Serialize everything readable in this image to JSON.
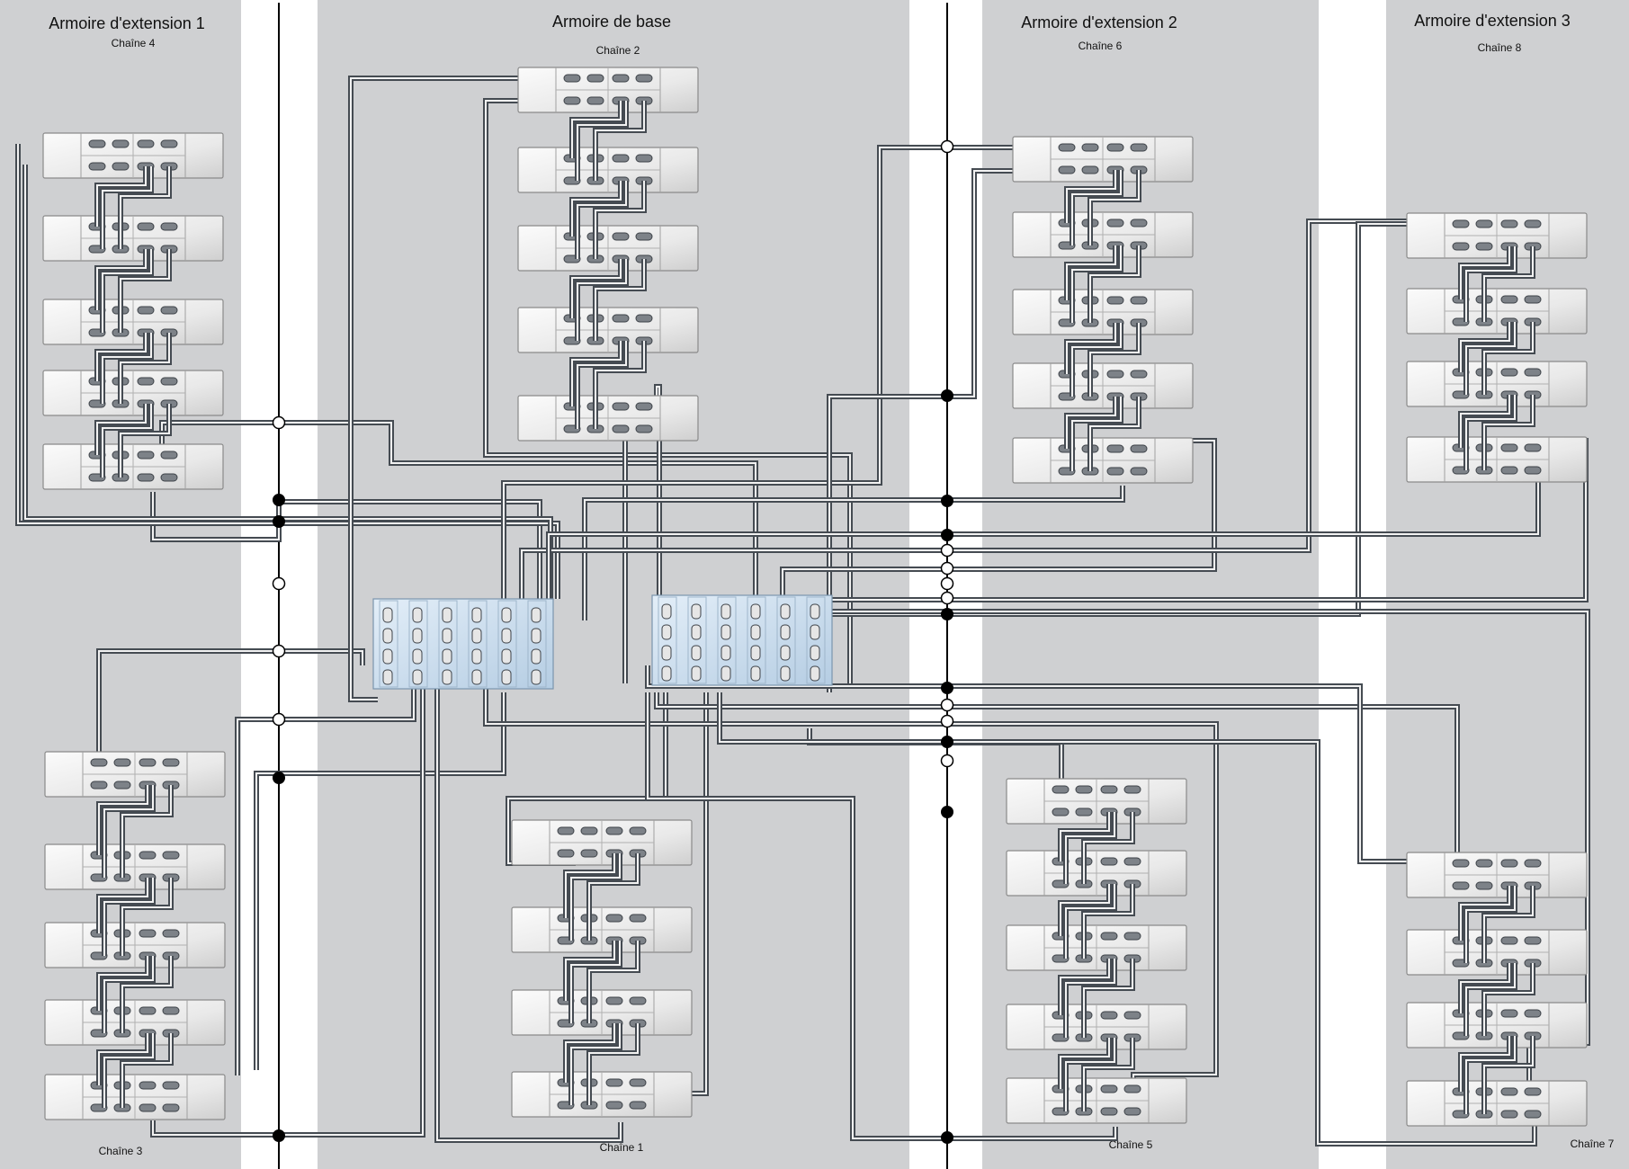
{
  "colors": {
    "background": "#ffffff",
    "cabinet": "#cfd0d2",
    "tray": "#f1f1f1",
    "controller": "#c9dced",
    "cable": "#5a6068",
    "divider": "#000000"
  },
  "cabinets": [
    {
      "id": "ext1",
      "title": "Armoire d'extension 1"
    },
    {
      "id": "base",
      "title": "Armoire de base"
    },
    {
      "id": "ext2",
      "title": "Armoire d'extension 2"
    },
    {
      "id": "ext3",
      "title": "Armoire d'extension 3"
    }
  ],
  "chains": [
    {
      "id": "c4",
      "label": "Chaîne 4",
      "cabinet": "ext1",
      "trays": 5
    },
    {
      "id": "c3",
      "label": "Chaîne 3",
      "cabinet": "ext1",
      "trays": 5
    },
    {
      "id": "c2",
      "label": "Chaîne 2",
      "cabinet": "base",
      "trays": 5
    },
    {
      "id": "c1",
      "label": "Chaîne 1",
      "cabinet": "base",
      "trays": 4
    },
    {
      "id": "c6",
      "label": "Chaîne 6",
      "cabinet": "ext2",
      "trays": 5
    },
    {
      "id": "c5",
      "label": "Chaîne 5",
      "cabinet": "ext2",
      "trays": 5
    },
    {
      "id": "c8",
      "label": "Chaîne 8",
      "cabinet": "ext3",
      "trays": 4
    },
    {
      "id": "c7",
      "label": "Chaîne 7",
      "cabinet": "ext3",
      "trays": 4
    }
  ],
  "controllers": [
    {
      "id": "ctrl-a"
    },
    {
      "id": "ctrl-b"
    }
  ]
}
